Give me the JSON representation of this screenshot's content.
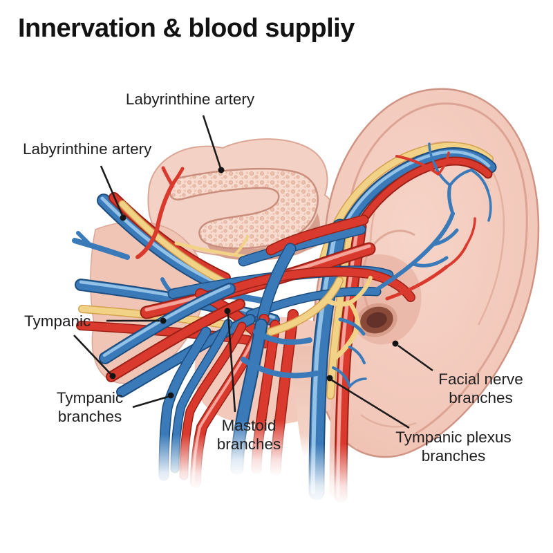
{
  "title": "Innervation & blood suppliy",
  "annotations": {
    "labyrinthine_artery_top": "Labyrinthine artery",
    "labyrinthine_artery_left": "Labyrinthine artery",
    "tympanic": "Tympanic",
    "tympanic_branches": "Tympanic branches",
    "mastoid_branches": "Mastoid branches",
    "tympanic_plexus_branches": "Tympanic plexus branches",
    "facial_nerve_branches": "Facial nerve branches"
  },
  "colors": {
    "artery_red": "#da3a2e",
    "vein_blue": "#3a7ab9",
    "nerve_yellow": "#f2d287",
    "skin": "#f2c8ba",
    "label_text": "#1f1f1f"
  }
}
